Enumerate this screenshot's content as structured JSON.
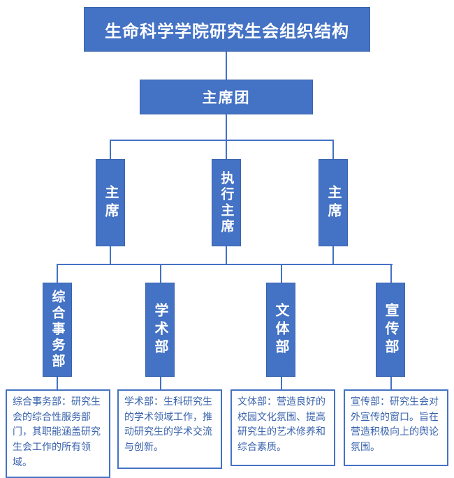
{
  "title": "生命科学学院研究生会组织结构",
  "presidium": {
    "label": "主席团"
  },
  "level3": [
    {
      "label": "主席"
    },
    {
      "label": "执行主席"
    },
    {
      "label": "主席"
    }
  ],
  "departments": [
    {
      "label": "综合事务部",
      "description": "综合事务部：研究生会的综合性服务部门，其职能涵盖研究生会工作的所有领域。"
    },
    {
      "label": "学术部",
      "description": "学术部：生科研究生的学术领域工作，推动研究生的学术交流与创新。"
    },
    {
      "label": "文体部",
      "description": "文体部：营造良好的校园文化氛围、提高研究生的艺术修养和综合素质。"
    },
    {
      "label": "宣传部",
      "description": "宣传部：研究生会对外宣传的窗口。旨在营造积极向上的舆论氛围。"
    }
  ],
  "colors": {
    "primary": "#4472C4",
    "description_text": "#3A63AD",
    "background": "#FFFFFF"
  }
}
